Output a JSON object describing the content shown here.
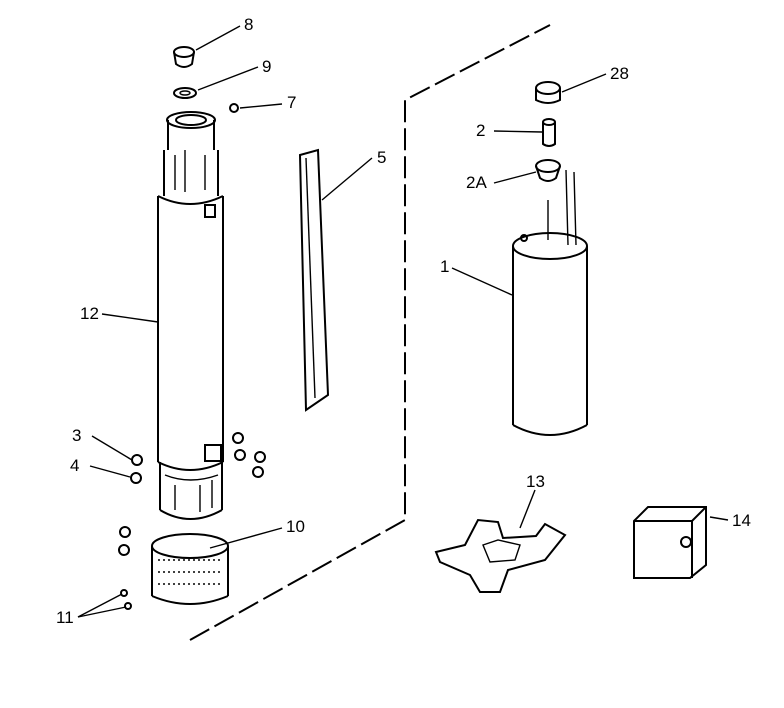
{
  "callouts": {
    "c8": "8",
    "c9": "9",
    "c7": "7",
    "c5": "5",
    "c12": "12",
    "c3": "3",
    "c4": "4",
    "c10": "10",
    "c11": "11",
    "c28": "28",
    "c2": "2",
    "c2a": "2A",
    "c1": "1",
    "c13": "13",
    "c14": "14"
  }
}
